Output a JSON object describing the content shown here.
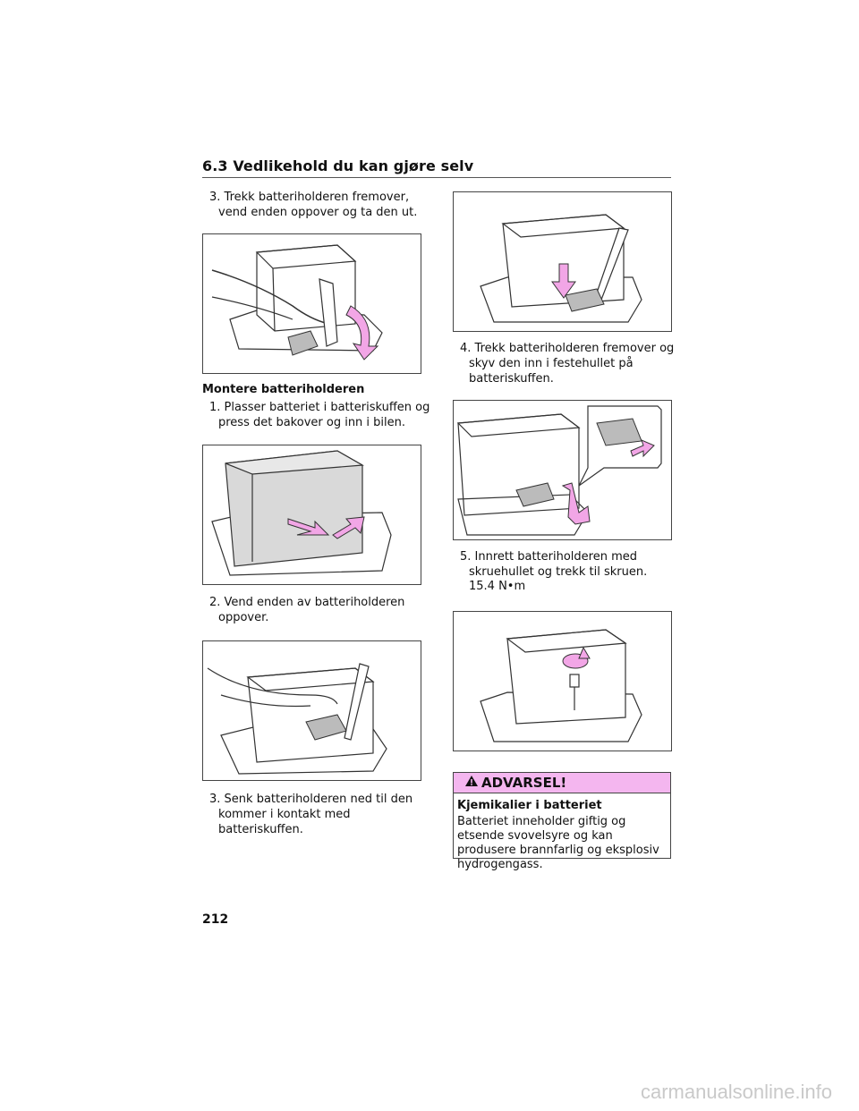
{
  "header": {
    "title": "6.3 Vedlikehold du kan gjøre selv"
  },
  "left": {
    "step3a": {
      "num": "3.",
      "text": "Trekk batteriholderen fremover, vend enden oppover og ta den ut."
    },
    "subhead": "Montere batteriholderen",
    "step1": {
      "num": "1.",
      "text": "Plasser batteriet i batteriskuffen og press det bakover og inn i bilen."
    },
    "step2": {
      "num": "2.",
      "text": "Vend enden av batteriholderen oppover."
    },
    "step3b": {
      "num": "3.",
      "text": "Senk batteriholderen ned til den kommer i kontakt med batteriskuffen."
    }
  },
  "right": {
    "step4": {
      "num": "4.",
      "text": "Trekk batteriholderen fremover og skyv den inn i festehullet på batteriskuffen."
    },
    "step5": {
      "num": "5.",
      "text": "Innrett batteriholderen med skruehullet og trekk til skruen."
    },
    "torque": "15.4 N•m"
  },
  "warning": {
    "label": "ADVARSEL!",
    "title": "Kjemikalier i batteriet",
    "text": "Batteriet inneholder giftig og etsende svovelsyre og kan produsere brannfarlig og eksplosiv hydrogengass."
  },
  "page_number": "212",
  "watermark": "carmanualsonline.info",
  "colors": {
    "accent_pink": "#f4b6ef",
    "arrow_pink": "#f2a6e6",
    "battery_grey": "#d9d9d9"
  }
}
